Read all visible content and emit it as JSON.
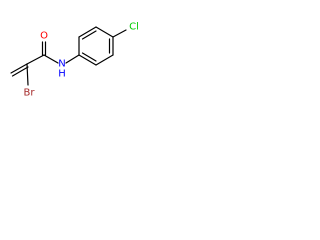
{
  "molecule": {
    "atoms": {
      "oxygen": {
        "label": "O",
        "color": "#ff0000"
      },
      "nitrogen": {
        "label": "N",
        "color": "#0000ff"
      },
      "chlorine": {
        "label": "Cl",
        "color": "#00cc00"
      },
      "bromine": {
        "label": "Br",
        "color": "#a52a2a"
      },
      "hydrogen": {
        "label": "H",
        "color": "#0000ff"
      }
    }
  }
}
